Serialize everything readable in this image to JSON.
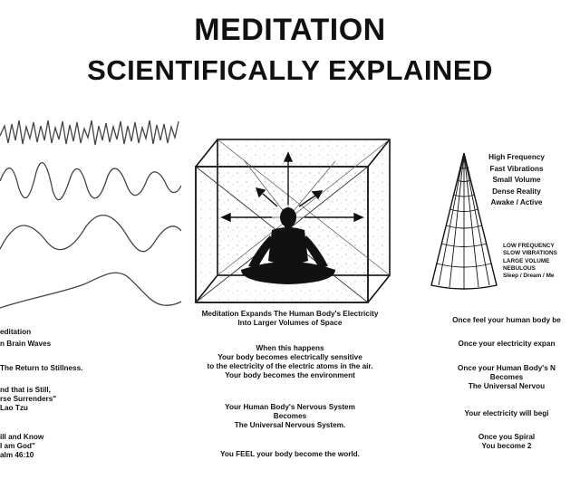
{
  "title": {
    "line1": "MEDITATION",
    "line2": "SCIENTIFICALLY EXPLAINED"
  },
  "cone_labels": {
    "high": [
      "High Frequency",
      "Fast Vibrations",
      "Small Volume",
      "Dense Reality",
      "Awake / Active"
    ],
    "low": [
      "LOW FREQUENCY",
      "SLOW VIBRATIONS",
      "LARGE VOLUME",
      "NEBULOUS",
      "Sleep / Dream / Me"
    ]
  },
  "left_text": {
    "l1": "editation",
    "l2": "n Brain Waves",
    "l3": "The Return to Stillness.",
    "l4": "nd that is Still,",
    "l5": "rse Surrenders\"",
    "l6": "Lao Tzu",
    "l7": "ill and Know",
    "l8": "I am God\"",
    "l9": "alm 46:10"
  },
  "center_text": {
    "caption1": "Meditation Expands The Human Body's Electricity",
    "caption2": "Into Larger Volumes of Space",
    "when": "When this happens",
    "body1": "Your body becomes electrically sensitive",
    "body2": "to the electricity of the electric atoms in the air.",
    "body3": "Your body becomes the environment",
    "ns1": "Your Human Body's Nervous System",
    "ns2": "Becomes",
    "ns3": "The Universal Nervous System.",
    "feel": "You FEEL your body become the world."
  },
  "right_text": {
    "r1": "Once feel your human body be",
    "r2": "Once your electricity expan",
    "r3": "Once your Human Body's N",
    "r4": "Becomes",
    "r5": "The Universal Nervou",
    "r6": "Your electricity will begi",
    "r7": "Once you Spiral",
    "r8": "You become 2"
  }
}
